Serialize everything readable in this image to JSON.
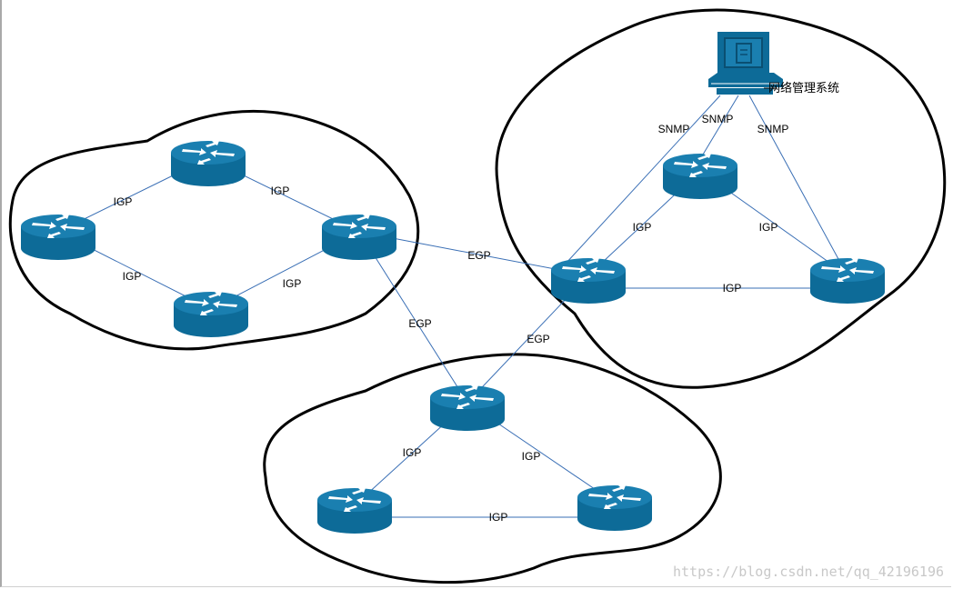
{
  "diagram": {
    "nms_label": "网络管理系统",
    "link_labels": {
      "left_top_left": "IGP",
      "left_top_right": "IGP",
      "left_bottom_left": "IGP",
      "left_bottom_right": "IGP",
      "left_to_right": "EGP",
      "left_to_bottom": "EGP",
      "bottom_to_right": "EGP",
      "right_left": "IGP",
      "right_right": "IGP",
      "right_bottom": "IGP",
      "bottom_left": "IGP",
      "bottom_right": "IGP",
      "bottom_base": "IGP",
      "snmp_left": "SNMP",
      "snmp_middle": "SNMP",
      "snmp_right": "SNMP"
    },
    "watermark": "https://blog.csdn.net/qq_42196196",
    "colors": {
      "router_body": "#0d6b98",
      "router_top": "#1a7fb0",
      "link": "#3a6fb5",
      "cloud_outline": "#000000"
    }
  }
}
